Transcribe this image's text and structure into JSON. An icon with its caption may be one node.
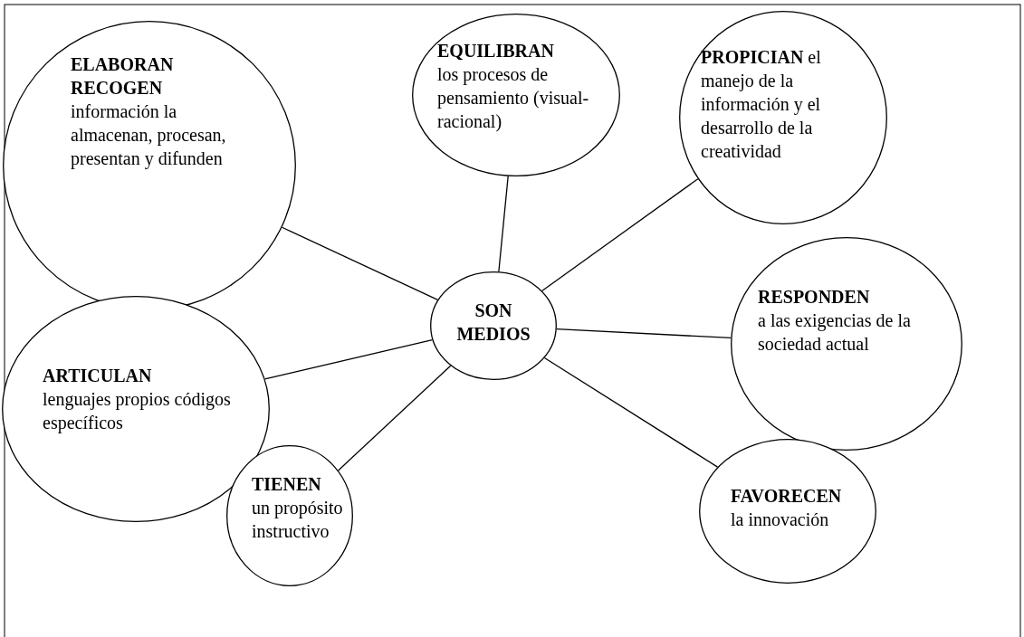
{
  "diagram": {
    "nodes": [
      {
        "text": [
          "SON MEDIOS"
        ]
      },
      {
        "text": [
          "ELABORAN RECOGEN",
          "información la almacenan, procesan, presentan y difunden"
        ]
      },
      {
        "text": [
          "EQUILIBRAN",
          "los procesos de pensamiento (visual-racional)"
        ]
      },
      {
        "text": [
          "**PROPICIAN** el manejo de la información y el desarrollo de la creatividad"
        ]
      },
      {
        "text": [
          "RESPONDEN",
          "a las exigencias de la sociedad actual"
        ]
      },
      {
        "text": [
          "ARTICULAN",
          "lenguajes propios códigos específicos"
        ]
      },
      {
        "text": [
          "TIENEN",
          "un propósito instructivo"
        ]
      },
      {
        "text": [
          "FAVORECEN",
          "la innovación"
        ]
      }
    ],
    "edges": [
      {
        "from": 0,
        "to": 1,
        "arrow": "none"
      },
      {
        "from": 0,
        "to": 2,
        "arrow": "none"
      },
      {
        "from": 0,
        "to": 3,
        "arrow": "none"
      },
      {
        "from": 0,
        "to": 4,
        "arrow": "none"
      },
      {
        "from": 0,
        "to": 5,
        "arrow": "none"
      },
      {
        "from": 0,
        "to": 6,
        "arrow": "none"
      },
      {
        "from": 0,
        "to": 7,
        "arrow": "none"
      }
    ]
  }
}
